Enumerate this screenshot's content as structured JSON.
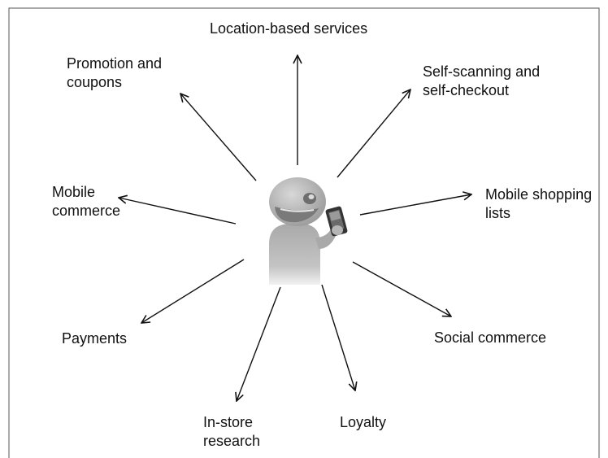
{
  "diagram": {
    "nodes": [
      {
        "id": "location",
        "lines": [
          "Location-based services"
        ]
      },
      {
        "id": "self-scanning",
        "lines": [
          "Self-scanning and",
          "self-checkout"
        ]
      },
      {
        "id": "shopping-lists",
        "lines": [
          "Mobile shopping",
          "lists"
        ]
      },
      {
        "id": "social",
        "lines": [
          "Social commerce"
        ]
      },
      {
        "id": "loyalty",
        "lines": [
          "Loyalty"
        ]
      },
      {
        "id": "in-store",
        "lines": [
          "In-store",
          "research"
        ]
      },
      {
        "id": "payments",
        "lines": [
          "Payments"
        ]
      },
      {
        "id": "mobile-commerce",
        "lines": [
          "Mobile",
          "commerce"
        ]
      },
      {
        "id": "promotion",
        "lines": [
          "Promotion and",
          "coupons"
        ]
      }
    ],
    "center_icon": "person-with-smartphone-icon",
    "colors": {
      "line": "#111111",
      "figure": "#b9b9b9",
      "figure_dark": "#8f8f8f",
      "frame": "#555555"
    }
  }
}
